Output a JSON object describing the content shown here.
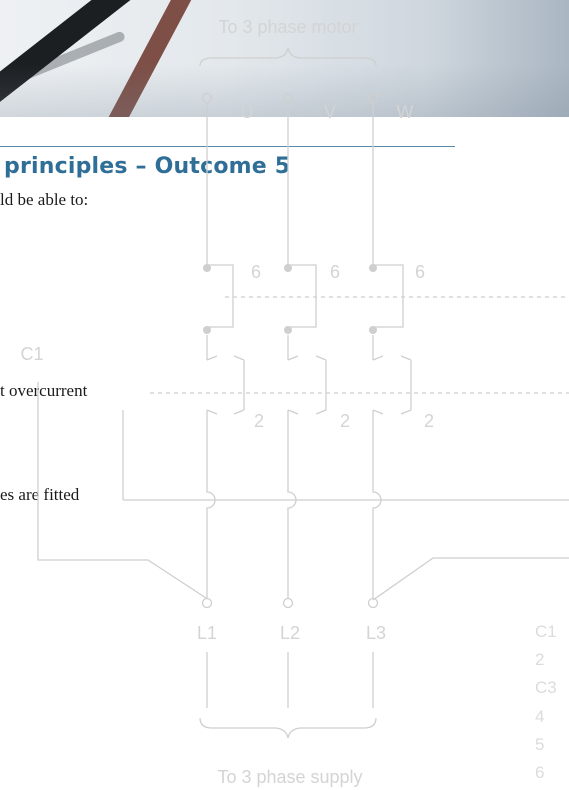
{
  "banner": {
    "image_desc": "photo"
  },
  "heading": "principles – Outcome 5",
  "body_lines": [
    "ld be able to:",
    "t overcurrent",
    "es are fitted"
  ],
  "diagram": {
    "top_caption": "To 3 phase motor",
    "motor_terminals": [
      "U",
      "V",
      "W"
    ],
    "overload_labels": [
      "6",
      "6",
      "6"
    ],
    "contact_label": "C1",
    "aux_labels": [
      "2",
      "2",
      "2"
    ],
    "supply_terminals": [
      "L1",
      "L2",
      "L3"
    ],
    "bottom_caption": "To 3 phase supply",
    "key_labels": [
      "C1",
      "2",
      "C3",
      "4",
      "5",
      "6"
    ]
  }
}
